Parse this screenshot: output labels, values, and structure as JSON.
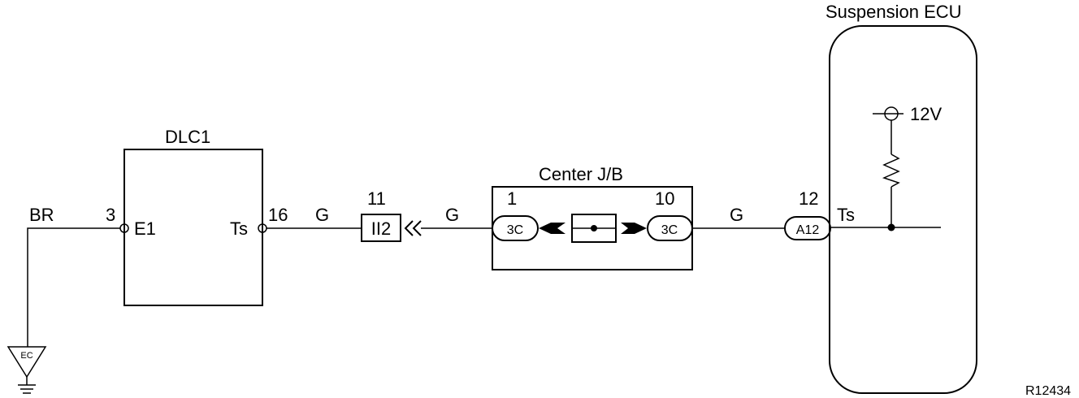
{
  "ecu": {
    "title": "Suspension ECU",
    "voltage": "12V",
    "terminal": "Ts"
  },
  "dlc1": {
    "title": "DLC1",
    "pin_e1": "3",
    "pin_e1_label": "E1",
    "pin_ts": "16",
    "pin_ts_label": "Ts"
  },
  "wires": {
    "ground_color": "BR",
    "seg1_color": "G",
    "seg2_color": "G",
    "seg3_color": "G"
  },
  "connectors": {
    "ii2": {
      "pin": "11",
      "label": "II2"
    },
    "jb_in": {
      "pin": "1",
      "label": "3C"
    },
    "jb_out": {
      "pin": "10",
      "label": "3C"
    },
    "a12": {
      "pin": "12",
      "label": "A12"
    }
  },
  "junction_block": {
    "title": "Center J/B"
  },
  "ground": {
    "label": "EC"
  },
  "figure_code": "R12434"
}
